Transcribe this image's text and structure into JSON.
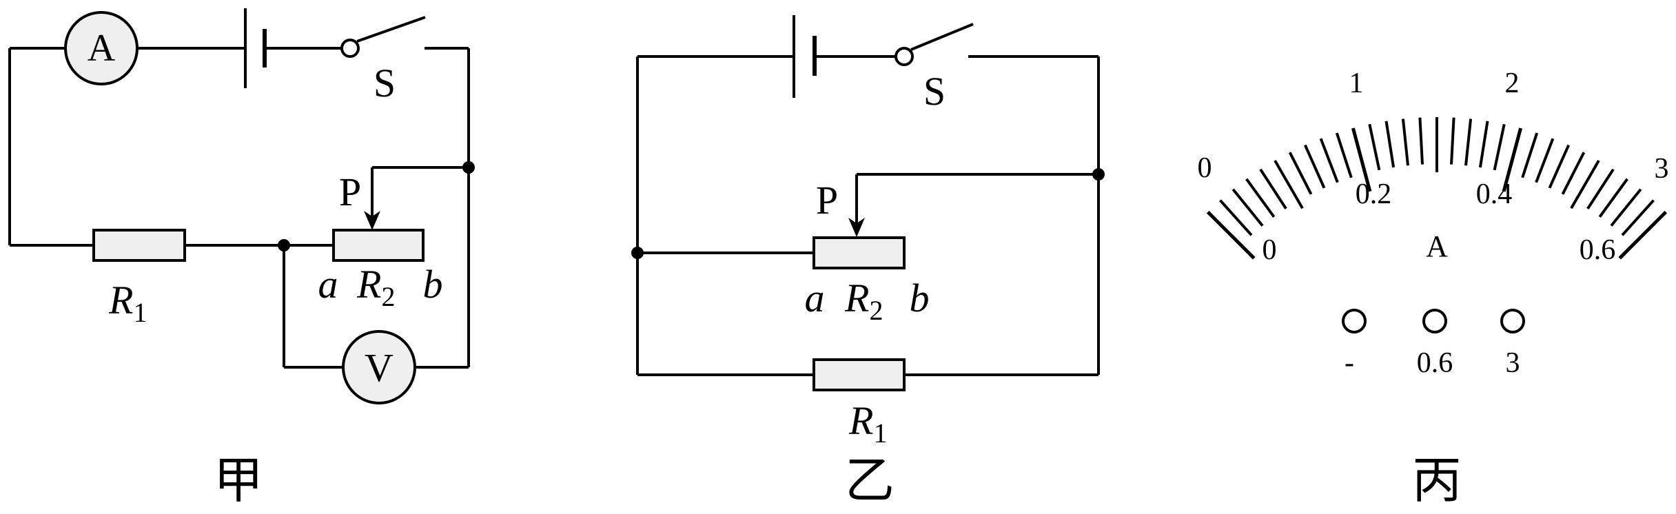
{
  "circuit_a": {
    "ammeter": "A",
    "voltmeter": "V",
    "switch": "S",
    "slider": "P",
    "r1": {
      "letter": "R",
      "sub": "1"
    },
    "r2": {
      "letter": "R",
      "sub": "2"
    },
    "end_a": "a",
    "end_b": "b",
    "caption": "甲"
  },
  "circuit_b": {
    "switch": "S",
    "slider": "P",
    "r1": {
      "letter": "R",
      "sub": "1"
    },
    "r2": {
      "letter": "R",
      "sub": "2"
    },
    "end_a": "a",
    "end_b": "b",
    "caption": "乙"
  },
  "ammeter_dial": {
    "unit": "A",
    "outer_labels": [
      "0",
      "1",
      "2",
      "3"
    ],
    "inner_labels": [
      "0",
      "0.2",
      "0.4",
      "0.6"
    ],
    "terminals": [
      "-",
      "0.6",
      "3"
    ],
    "caption": "丙"
  }
}
